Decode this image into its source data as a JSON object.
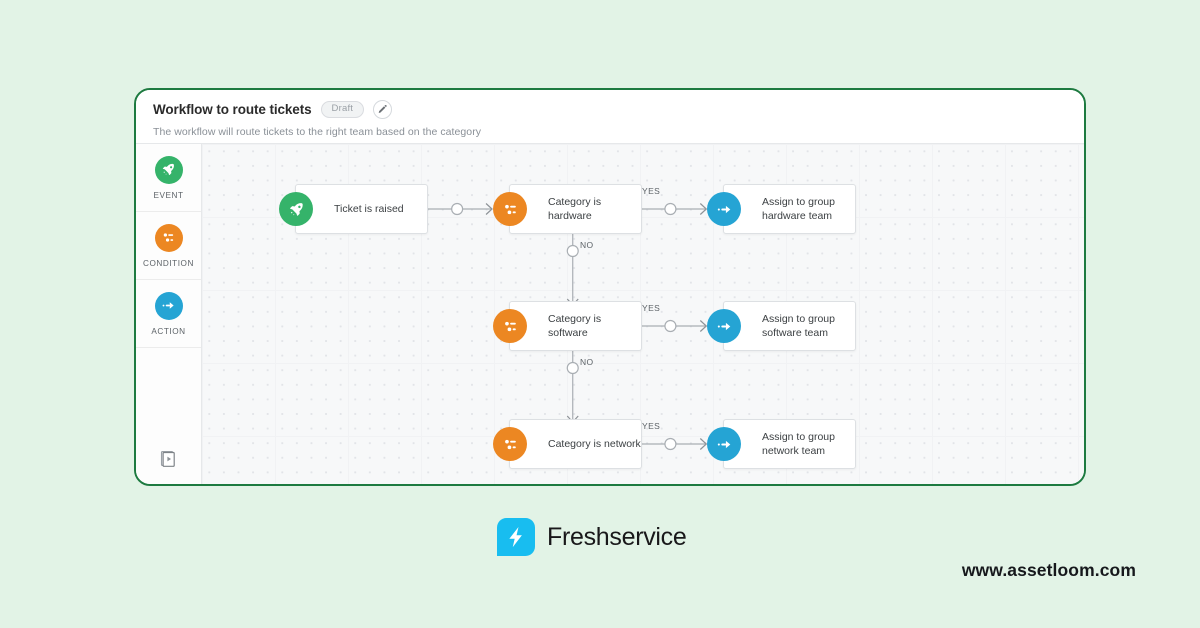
{
  "workflow": {
    "title": "Workflow to route tickets",
    "status_badge": "Draft",
    "edit_icon": "pencil-icon",
    "description": "The workflow will route tickets to the right team based on the category"
  },
  "palette": {
    "items": [
      {
        "label": "EVENT",
        "icon": "rocket-icon",
        "color": "#35b36a"
      },
      {
        "label": "CONDITION",
        "icon": "sliders-icon",
        "color": "#ec8722"
      },
      {
        "label": "ACTION",
        "icon": "arrow-right-icon",
        "color": "#25a4d4"
      }
    ],
    "guide_icon": "guide-book-icon"
  },
  "canvas": {
    "nodes": [
      {
        "id": "trigger",
        "type": "event",
        "icon": "rocket-icon",
        "text": "Ticket is raised"
      },
      {
        "id": "cond-hw",
        "type": "condition",
        "icon": "sliders-icon",
        "text": "Category is hardware"
      },
      {
        "id": "act-hw",
        "type": "action",
        "icon": "arrow-right-icon",
        "text": "Assign to group\nhardware team"
      },
      {
        "id": "cond-sw",
        "type": "condition",
        "icon": "sliders-icon",
        "text": "Category is software"
      },
      {
        "id": "act-sw",
        "type": "action",
        "icon": "arrow-right-icon",
        "text": "Assign to group\nsoftware team"
      },
      {
        "id": "cond-net",
        "type": "condition",
        "icon": "sliders-icon",
        "text": "Category is network"
      },
      {
        "id": "act-net",
        "type": "action",
        "icon": "arrow-right-icon",
        "text": "Assign to group\nnetwork team"
      }
    ],
    "edge_labels": {
      "yes_hw": "YES",
      "no_hw": "NO",
      "yes_sw": "YES",
      "no_sw": "NO",
      "yes_net": "YES"
    }
  },
  "footer": {
    "brand_name": "Freshservice",
    "brand_icon": "freshservice-bolt-icon",
    "url": "www.assetloom.com"
  },
  "colors": {
    "page_background": "#e2f3e6",
    "window_border": "#1d7a40",
    "event_green": "#35b36a",
    "condition_orange": "#ec8722",
    "action_blue": "#25a4d4",
    "brand_cyan": "#18bdf0"
  }
}
